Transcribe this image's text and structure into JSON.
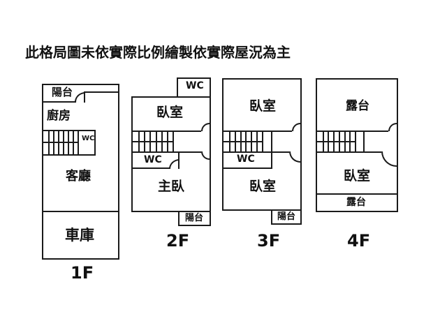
{
  "title": "此格局圖未依實際比例繪製依實際屋況為主",
  "floor_1": {
    "label": "1F",
    "rooms": {
      "balcony": "陽台",
      "kitchen": "廚房",
      "wc": "WC",
      "living_room": "客廳",
      "garage": "車庫"
    }
  },
  "floor_2": {
    "label": "2F",
    "rooms": {
      "wc_top": "WC",
      "bedroom": "臥室",
      "wc": "WC",
      "master_bedroom": "主臥",
      "balcony": "陽台"
    }
  },
  "floor_3": {
    "label": "3F",
    "rooms": {
      "bedroom_top": "臥室",
      "wc": "WC",
      "bedroom_bottom": "臥室",
      "balcony": "陽台"
    }
  },
  "floor_4": {
    "label": "4F",
    "rooms": {
      "terrace_top": "露台",
      "bedroom": "臥室",
      "terrace_bottom": "露台"
    }
  },
  "colors": {
    "line": "#1a1a1a",
    "background": "#ffffff"
  }
}
